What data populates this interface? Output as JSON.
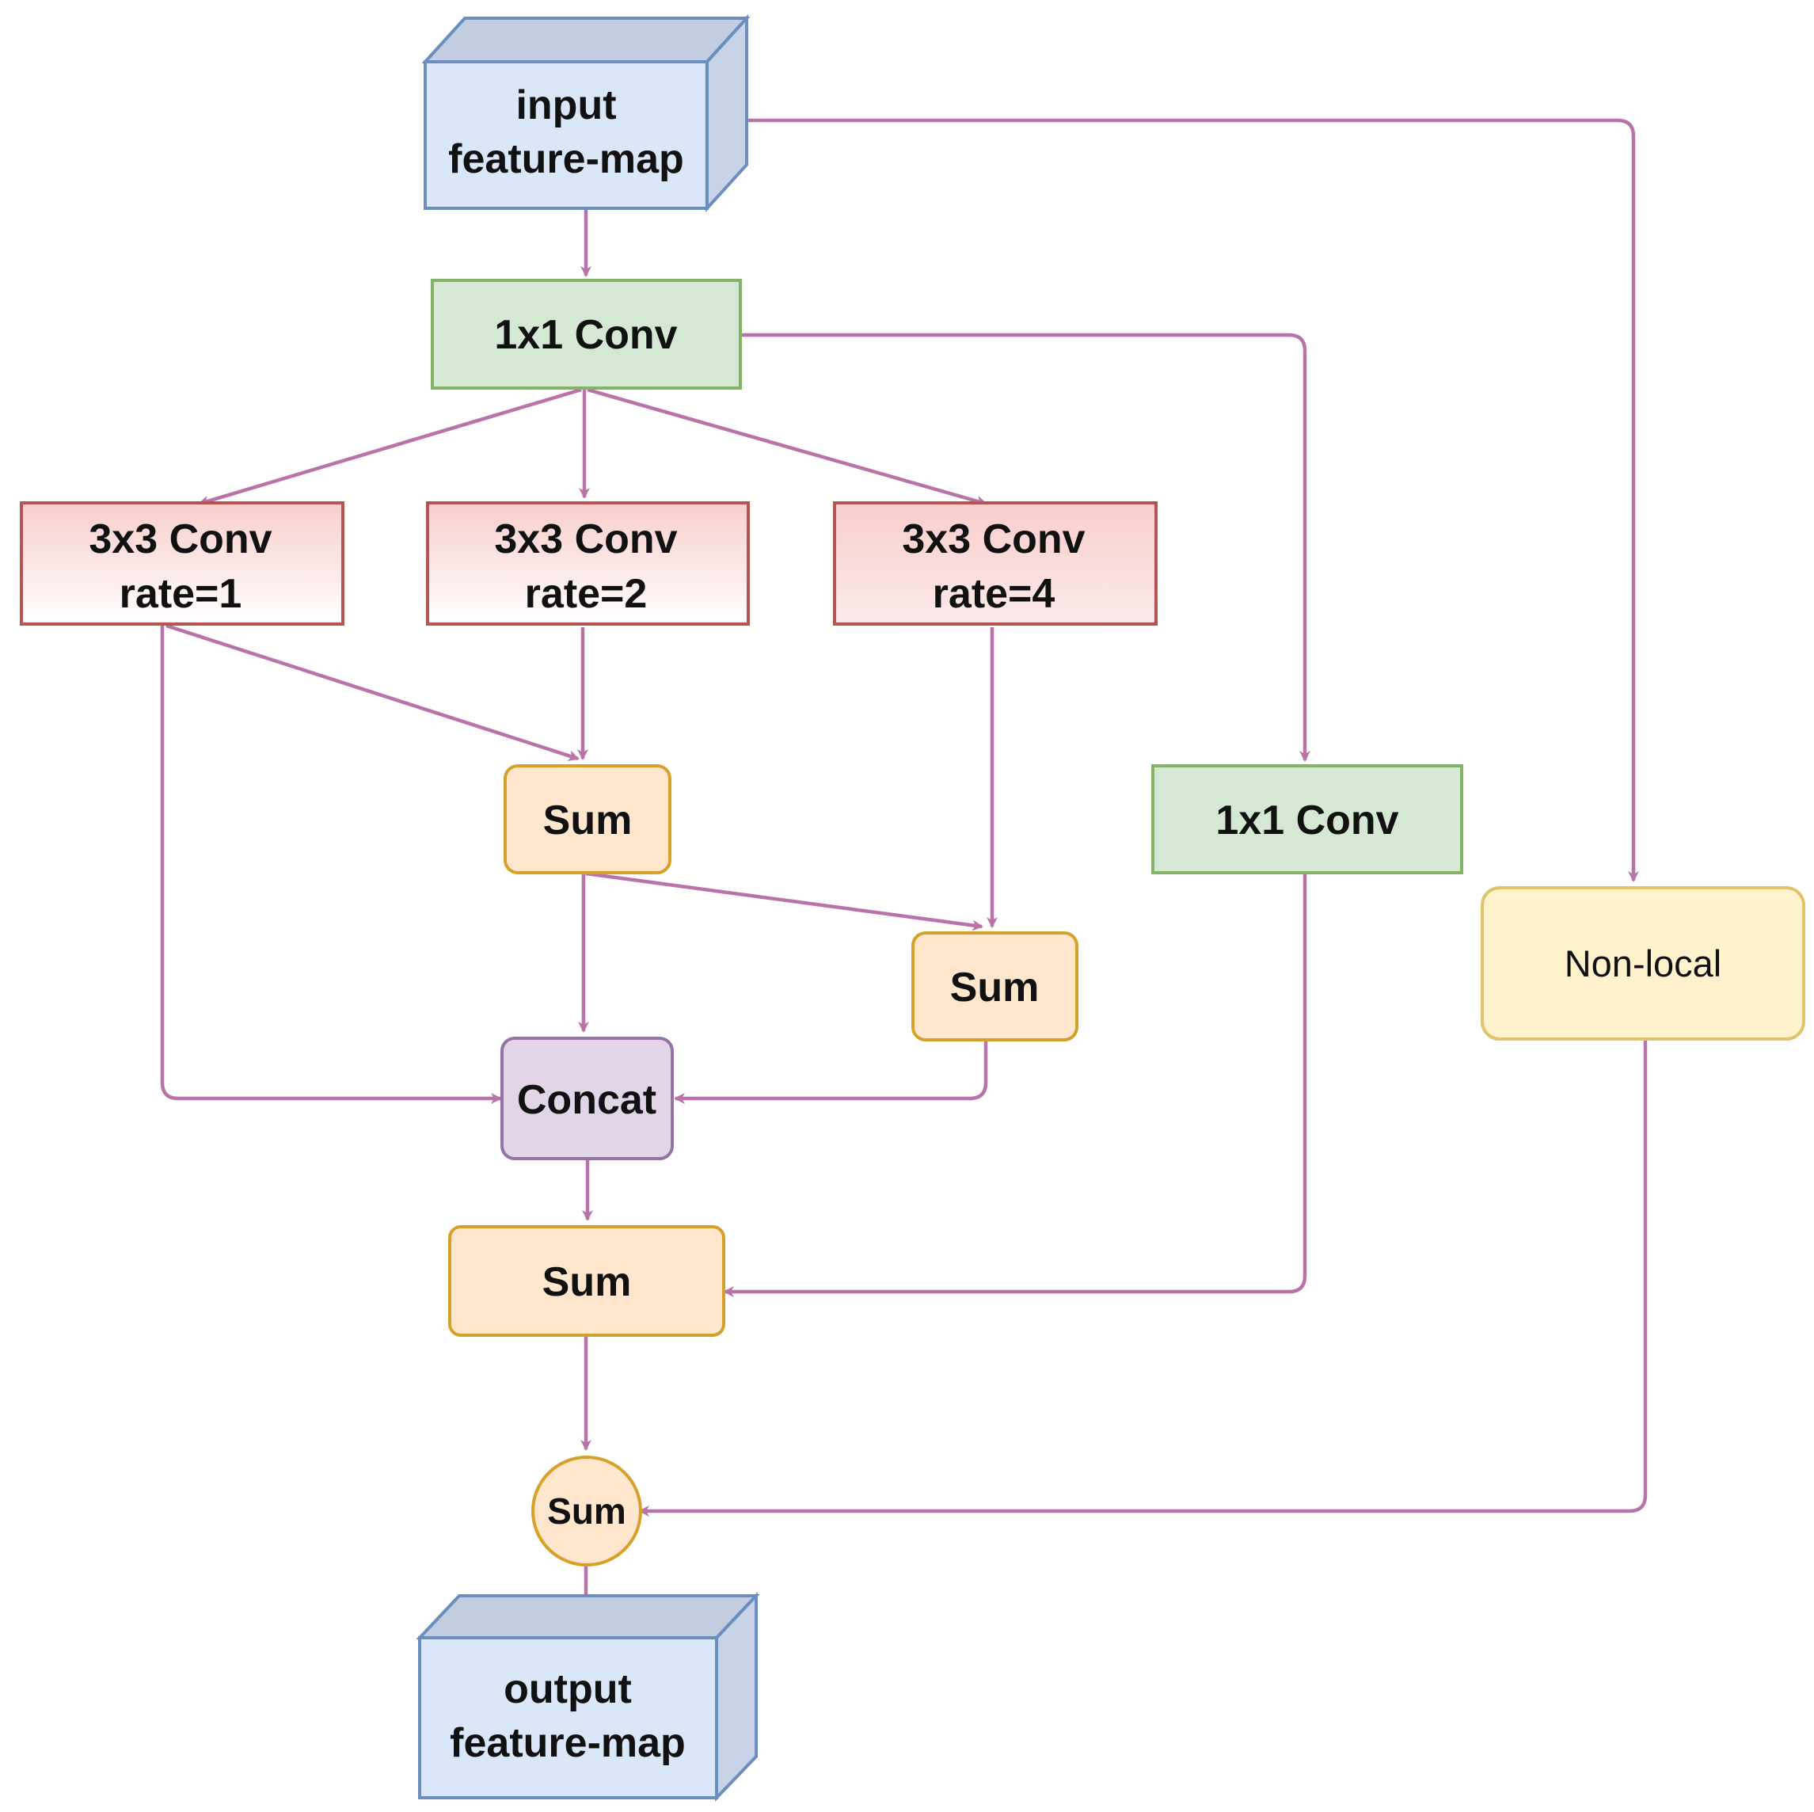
{
  "colors": {
    "edge": "#b873a9",
    "cube_fill": "#d9e7f9",
    "cube_side": "#c7d3e8",
    "cube_stroke": "#6c8ebf",
    "conv1_fill": "#d5e8d4",
    "conv1_stroke": "#82b366",
    "conv3_stroke": "#b85450",
    "sum_fill": "#ffe6cc",
    "sum_stroke": "#d6a12b",
    "concat_fill": "#e1d5e7",
    "concat_stroke": "#9673a6",
    "nonlocal_fill": "#fff2cc",
    "nonlocal_stroke": "#e0c36a"
  },
  "nodes": {
    "input": {
      "line1": "input",
      "line2": "feature-map"
    },
    "conv1x1_top": {
      "label": "1x1 Conv"
    },
    "conv3x3_r1": {
      "line1": "3x3 Conv",
      "line2": "rate=1"
    },
    "conv3x3_r2": {
      "line1": "3x3 Conv",
      "line2": "rate=2"
    },
    "conv3x3_r4": {
      "line1": "3x3 Conv",
      "line2": "rate=4"
    },
    "sum_a": {
      "label": "Sum"
    },
    "sum_b": {
      "label": "Sum"
    },
    "conv1x1_side": {
      "label": "1x1 Conv"
    },
    "non_local": {
      "label": "Non-local"
    },
    "concat": {
      "label": "Concat"
    },
    "sum_c": {
      "label": "Sum"
    },
    "sum_circle": {
      "label": "Sum"
    },
    "output": {
      "line1": "output",
      "line2": "feature-map"
    }
  },
  "edges": [
    {
      "from": "input",
      "to": "conv1x1_top"
    },
    {
      "from": "input",
      "to": "non_local"
    },
    {
      "from": "conv1x1_top",
      "to": "conv3x3_r1"
    },
    {
      "from": "conv1x1_top",
      "to": "conv3x3_r2"
    },
    {
      "from": "conv1x1_top",
      "to": "conv3x3_r4"
    },
    {
      "from": "conv1x1_top",
      "to": "conv1x1_side"
    },
    {
      "from": "conv3x3_r1",
      "to": "sum_a"
    },
    {
      "from": "conv3x3_r2",
      "to": "sum_a"
    },
    {
      "from": "conv3x3_r4",
      "to": "sum_b"
    },
    {
      "from": "sum_a",
      "to": "sum_b"
    },
    {
      "from": "sum_a",
      "to": "concat"
    },
    {
      "from": "conv3x3_r1",
      "to": "concat"
    },
    {
      "from": "sum_b",
      "to": "concat"
    },
    {
      "from": "concat",
      "to": "sum_c"
    },
    {
      "from": "conv1x1_side",
      "to": "sum_c"
    },
    {
      "from": "sum_c",
      "to": "sum_circle"
    },
    {
      "from": "non_local",
      "to": "sum_circle"
    },
    {
      "from": "sum_circle",
      "to": "output"
    }
  ]
}
